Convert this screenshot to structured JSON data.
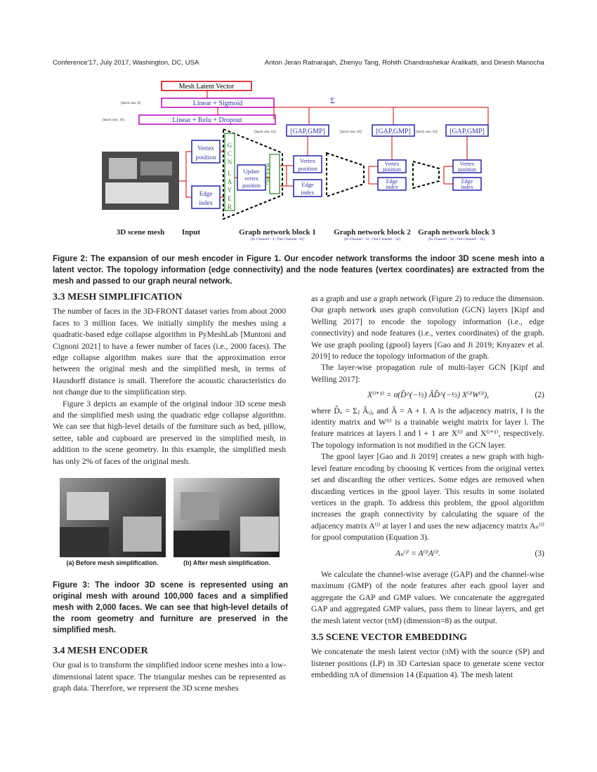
{
  "header": {
    "left": "Conference'17, July 2017, Washington, DC, USA",
    "right": "Anton Jeran Ratnarajah, Zhenyu Tang, Rohith Chandrashekar Aralikatti, and Dinesh Manocha"
  },
  "figure2": {
    "latent": "Mesh Latent Vector",
    "linear_sigmoid": "Linear + Sigmoid",
    "linear_relu": "Linear + Relu + Dropout",
    "batch8": "[batch size, 8]",
    "batch16": "[batch size, 16]",
    "batch64": "[batch size, 64]",
    "sum": "Σ",
    "gapgmp": "[GAP,GMP]",
    "vertex_position": "Vertex position",
    "edge_index": "Edge index",
    "update_vertex": "Update vertex position",
    "gcn_layer": "GCN LAYER",
    "pooling": "POOLING",
    "labels": [
      "3D scene mesh",
      "Input",
      "Graph network block 1",
      "Graph network block 2",
      "Graph network block 3"
    ],
    "channel1": "[In Channel - 3 ; Out Channel -32]",
    "channel2": "[In Channel - 32 ; Out Channel - 32]",
    "channel3": "[In Channel - 32 ; Out Channel - 32]",
    "caption": "Figure 2: The expansion of our mesh encoder in Figure 1. Our encoder network transforms the indoor 3D scene mesh into a latent vector. The topology information (edge connectivity) and the node features (vertex coordinates) are extracted from the mesh and passed to our graph neural network."
  },
  "sec33": {
    "title": "3.3   MESH SIMPLIFICATION",
    "p1": "The number of faces in the 3D-FRONT dataset varies from about 2000 faces to 3 million faces. We initially simplify the meshes using a quadratic-based edge collapse algorithm in PyMeshLab [Muntoni and Cignoni 2021] to have a fewer number of faces (i.e., 2000 faces). The edge collapse algorithm makes sure that the approximation error between the original mesh and the simplified mesh, in terms of Hausdorff distance is small. Therefore the acoustic characteristics do not change due to the simplification step.",
    "p2": "Figure 3 depicts an example of the original indoor 3D scene mesh and the simplified mesh using the quadratic edge collapse algorithm. We can see that high-level details of the furniture such as bed, pillow, settee, table and cupboard are preserved in the simplified mesh, in addition to the scene geometry. In this example, the simplified mesh has only 2% of faces of the original mesh."
  },
  "figure3": {
    "sub_a": "(a) Before mesh simplification.",
    "sub_b": "(b) After mesh simplification.",
    "caption": "Figure 3: The indoor 3D scene is represented using an original mesh with around 100,000 faces and a simplified mesh with 2,000 faces. We can see that high-level details of the room geometry and furniture are preserved in the simplified mesh."
  },
  "sec34": {
    "title": "3.4   MESH ENCODER",
    "p1": "Our goal is to transform the simplified indoor scene meshes into a low-dimensional latent space. The triangular meshes can be represented as graph data. Therefore, we represent the 3D scene meshes"
  },
  "right": {
    "p1": "as a graph and use a graph network (Figure 2) to reduce the dimension. Our graph network uses graph convolution (GCN) layers [Kipf and Welling 2017] to encode the topology information (i.e., edge connectivity) and node features (i.e., vertex coordinates) of the graph. We use graph pooling (gpool) layers [Gao and Ji 2019; Knyazev et al. 2019] to reduce the topology information of the graph.",
    "p2": "The layer-wise propagation rule of multi-layer GCN [Kipf and Welling 2017]:",
    "eq2": "X⁽ˡ⁺¹⁾ = σ(D̂^(−½) ÂD̂^(−½) X⁽ˡ⁾W⁽ˡ⁾),",
    "eq2num": "(2)",
    "p3": "where D̂ᵢᵢ = Σⱼ Âᵢⱼ, and Â = A + I. A is the adjacency matrix, I is the identity matrix and W⁽ˡ⁾ is a trainable weight matrix for layer l. The feature matrices at layers l and l + 1 are X⁽ˡ⁾ and X⁽ˡ⁺¹⁾, respectively. The topology information is not modified in the GCN layer.",
    "p4": "The gpool layer [Gao and Ji 2019] creates a new graph with high-level feature encoding by choosing K vertices from the original vertex set and discarding the other vertices. Some edges are removed when discarding vertices in the gpool layer. This results in some isolated vertices in the graph. To address this problem, the gpool algorithm increases the graph connectivity by calculating the square of the adjacency matrix A⁽ˡ⁾ at layer l and uses the new adjacency matrix Aₙ⁽ˡ⁾ for gpool computation (Equation 3).",
    "eq3": "Aₙ⁽ˡ⁾ = A⁽ˡ⁾A⁽ˡ⁾.",
    "eq3num": "(3)",
    "p5": "We calculate the channel-wise average (GAP) and the channel-wise maximum (GMP) of the node features after each gpool layer and aggregate the GAP and GMP values. We concatenate the aggregated GAP and aggregated GMP values, pass them to linear layers, and get the mesh latent vector (πM) (dimension=8) as the output.",
    "sec35": "3.5   SCENE VECTOR EMBEDDING",
    "p6": "We concatenate the mesh latent vector (πM) with the source (SP) and listener positions (LP) in 3D Cartesian space to generate scene vector embedding πA of dimension 14 (Equation 4). The mesh latent"
  }
}
